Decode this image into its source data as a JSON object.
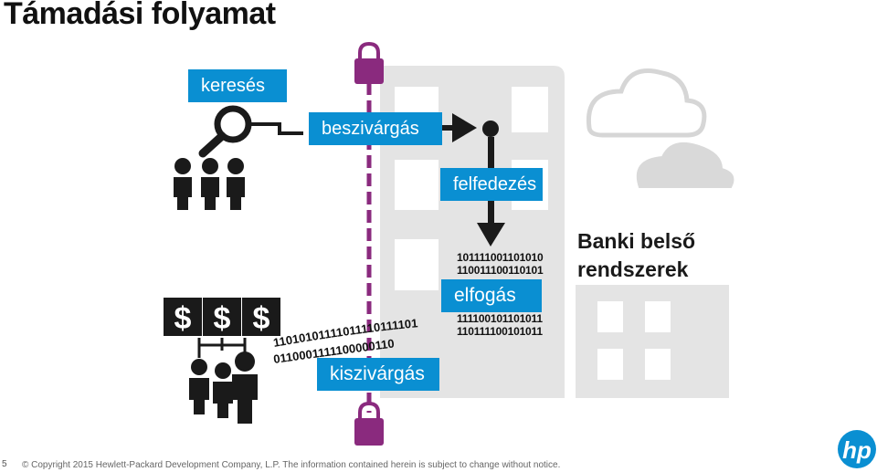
{
  "title": "Támadási folyamat",
  "labels": {
    "search": "keresés",
    "infiltrate": "beszivárgás",
    "discover": "felfedezés",
    "capture": "elfogás",
    "exfiltrate": "kiszivárgás"
  },
  "target": {
    "line1": "Banki belső",
    "line2": "rendszerek"
  },
  "binary": {
    "top": [
      "101111001101010",
      "110011100110101"
    ],
    "bottom": [
      "111100101101011",
      "110111100101011"
    ],
    "stream_upper": "11010101111011110111101",
    "stream_lower": "0110001111100000110"
  },
  "money": [
    "$",
    "$",
    "$"
  ],
  "footer": {
    "page_number": "5",
    "copyright": "© Copyright 2015 Hewlett-Packard Development Company, L.P. The information contained herein is subject to change without notice."
  },
  "colors": {
    "accent": "#0a8fd2",
    "lock": "#8a2a7e",
    "building": "#e4e4e4",
    "window": "#ffffff",
    "cloud": "#d9d9d9",
    "dark": "#1a1a1a"
  }
}
